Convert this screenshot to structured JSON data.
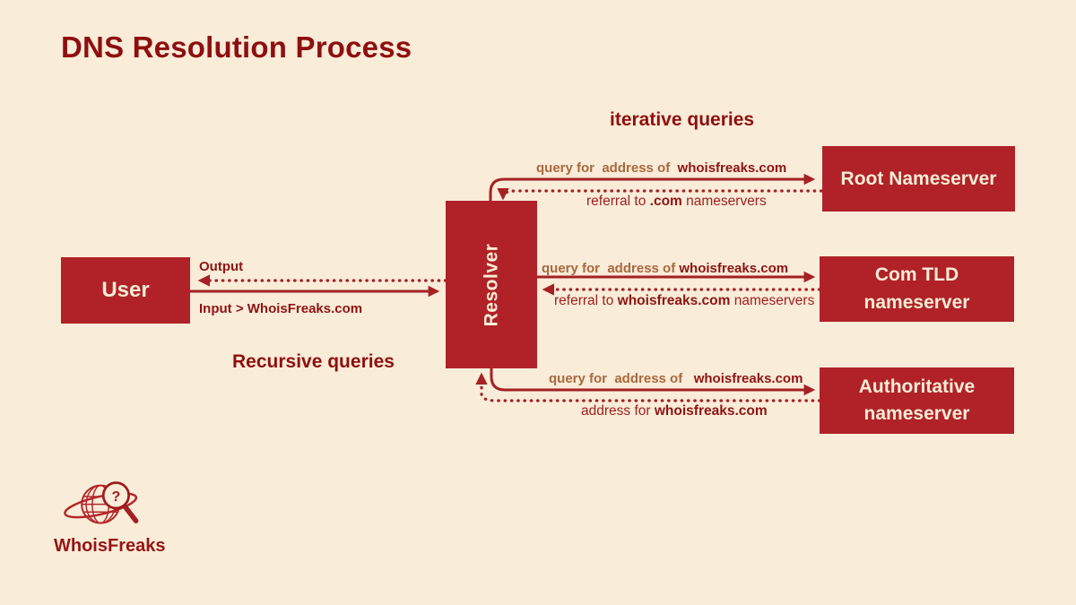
{
  "title": "DNS Resolution Process",
  "section_labels": {
    "iterative": "iterative queries",
    "recursive": "Recursive queries"
  },
  "nodes": {
    "user": "User",
    "resolver": "Resolver",
    "root": "Root Nameserver",
    "com_tld": {
      "line1": "Com TLD",
      "line2": "nameserver"
    },
    "authoritative": {
      "line1": "Authoritative",
      "line2": "nameserver"
    }
  },
  "edges": {
    "user_io": {
      "output": "Output",
      "input": "Input > WhoisFreaks.com"
    },
    "root": {
      "query_prefix": "query for  address of  ",
      "query_domain": "whoisfreaks.com",
      "reply_pre": "referral to ",
      "reply_bold": ".com",
      "reply_post": " nameservers"
    },
    "com_tld": {
      "query_prefix": "query for  address of ",
      "query_domain": "whoisfreaks.com",
      "reply_pre": "referral to ",
      "reply_bold": "whoisfreaks.com",
      "reply_post": " nameservers"
    },
    "authoritative": {
      "query_prefix": "query for  address of   ",
      "query_domain": "whoisfreaks.com",
      "reply_pre": "address for ",
      "reply_bold": "whoisfreaks.com",
      "reply_post": ""
    }
  },
  "logo": {
    "text": "WhoisFreaks",
    "question_mark": "?"
  },
  "colors": {
    "background": "#f9ecd8",
    "box_red": "#b02228",
    "heading_maroon": "#8e0f10",
    "arrow_red": "#a42125",
    "query_brown": "#a8693f",
    "reply_red": "#9e2020",
    "box_text": "#f6ecd5"
  }
}
